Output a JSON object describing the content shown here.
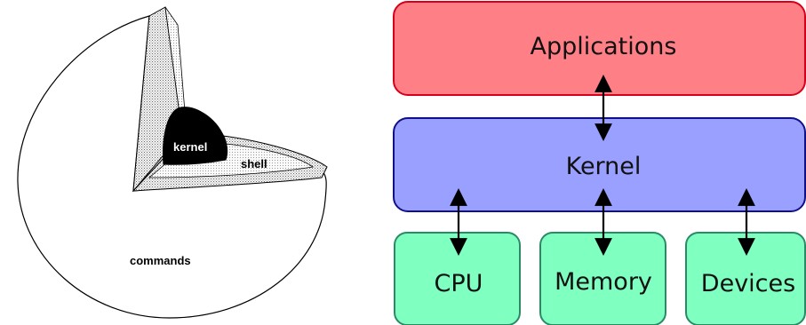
{
  "layers_diagram": {
    "kernel_label": "kernel",
    "shell_label": "shell",
    "commands_label": "commands"
  },
  "architecture_diagram": {
    "applications_label": "Applications",
    "kernel_label": "Kernel",
    "cpu_label": "CPU",
    "memory_label": "Memory",
    "devices_label": "Devices"
  },
  "colors": {
    "applications_fill": "#ff7f86",
    "applications_stroke": "#d6001a",
    "kernel_fill": "#9aa0ff",
    "kernel_stroke": "#10108a",
    "hardware_fill": "#7fffc0",
    "hardware_stroke": "#2a8a66"
  }
}
